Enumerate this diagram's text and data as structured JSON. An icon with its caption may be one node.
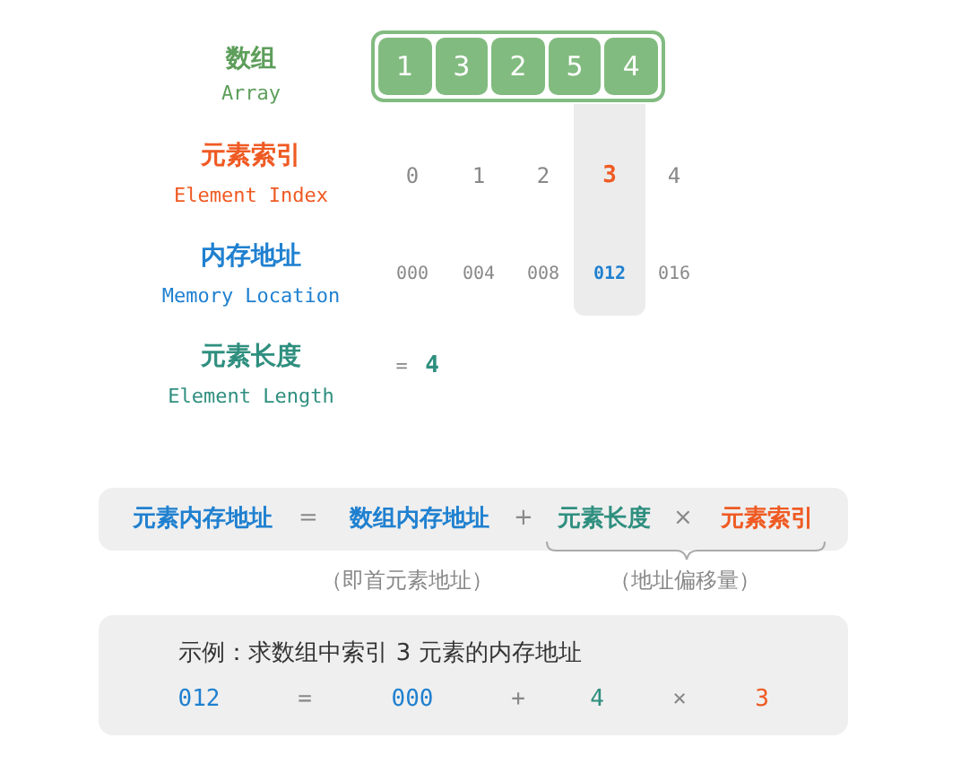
{
  "diagram": {
    "nodes": [
      {
        "text": [],
        "shape": "box"
      },
      {
        "text": [
          "1"
        ],
        "in": 0
      },
      {
        "text": [
          "3"
        ],
        "in": 0
      },
      {
        "text": [
          "2"
        ],
        "in": 0
      },
      {
        "text": [
          "5"
        ],
        "in": 0
      },
      {
        "text": [
          "4"
        ],
        "in": 0
      },
      {
        "text": [
          "元素内存地址",
          "=",
          "数组内存地址",
          "+",
          "元素长度",
          "×",
          "元素索引"
        ]
      },
      {
        "text": [
          "示例：求数组中索引 3 元素的内存地址",
          "012",
          "=",
          "000",
          "+",
          "4",
          "×",
          "3"
        ]
      }
    ],
    "labels": [
      "数组",
      "Array",
      "元素索引",
      "Element Index",
      "0",
      "1",
      "2",
      "3",
      "4",
      "内存地址",
      "Memory Location",
      "000",
      "004",
      "008",
      "012",
      "016",
      "元素长度",
      "Element Length",
      "=",
      "4",
      "（即首元素地址）",
      "（地址偏移量）"
    ]
  }
}
